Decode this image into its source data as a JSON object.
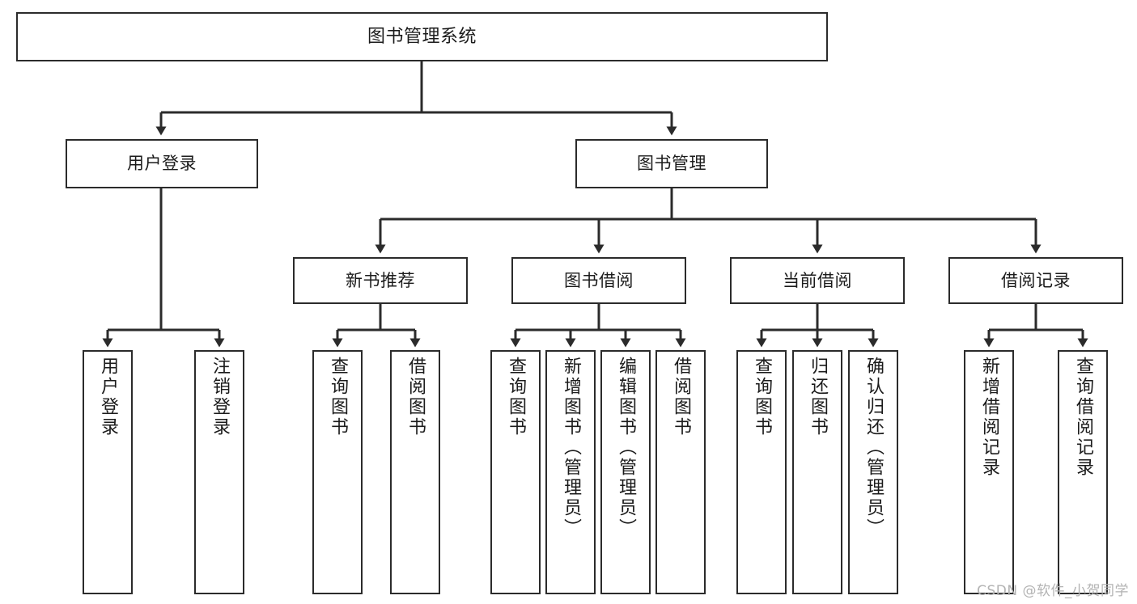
{
  "diagram": {
    "type": "tree-hierarchy",
    "title": "图书管理系统",
    "orientation": "top-down",
    "colors": {
      "border": "#2b2b2b",
      "background": "#ffffff",
      "text": "#1b1b1b",
      "edge": "#2b2b2b",
      "watermark": "#b3b3b3"
    },
    "levels": [
      {
        "level": 1,
        "nodes": [
          {
            "id": "root",
            "label": "图书管理系统",
            "orientation": "horizontal"
          }
        ]
      },
      {
        "level": 2,
        "nodes": [
          {
            "id": "login",
            "label": "用户登录",
            "orientation": "horizontal"
          },
          {
            "id": "bookmgmt",
            "label": "图书管理",
            "orientation": "horizontal"
          }
        ]
      },
      {
        "level": 3,
        "nodes": [
          {
            "id": "newbook",
            "label": "新书推荐",
            "orientation": "horizontal"
          },
          {
            "id": "borrow",
            "label": "图书借阅",
            "orientation": "horizontal"
          },
          {
            "id": "current",
            "label": "当前借阅",
            "orientation": "horizontal"
          },
          {
            "id": "records",
            "label": "借阅记录",
            "orientation": "horizontal"
          }
        ]
      },
      {
        "level": 4,
        "nodes": [
          {
            "id": "leaf1",
            "label": "用户登录",
            "orientation": "vertical",
            "parent": "login"
          },
          {
            "id": "leaf2",
            "label": "注销登录",
            "orientation": "vertical",
            "parent": "login"
          },
          {
            "id": "leaf3",
            "label": "查询图书",
            "orientation": "vertical",
            "parent": "newbook"
          },
          {
            "id": "leaf4",
            "label": "借阅图书",
            "orientation": "vertical",
            "parent": "newbook"
          },
          {
            "id": "leaf5",
            "label": "查询图书",
            "orientation": "vertical",
            "parent": "borrow"
          },
          {
            "id": "leaf6",
            "label": "新增图书（管理员）",
            "orientation": "vertical",
            "parent": "borrow"
          },
          {
            "id": "leaf7",
            "label": "编辑图书（管理员）",
            "orientation": "vertical",
            "parent": "borrow"
          },
          {
            "id": "leaf8",
            "label": "借阅图书",
            "orientation": "vertical",
            "parent": "borrow"
          },
          {
            "id": "leaf9",
            "label": "查询图书",
            "orientation": "vertical",
            "parent": "current"
          },
          {
            "id": "leaf10",
            "label": "归还图书",
            "orientation": "vertical",
            "parent": "current"
          },
          {
            "id": "leaf11",
            "label": "确认归还（管理员）",
            "orientation": "vertical",
            "parent": "current"
          },
          {
            "id": "leaf12",
            "label": "新增借阅记录",
            "orientation": "vertical",
            "parent": "records"
          },
          {
            "id": "leaf13",
            "label": "查询借阅记录",
            "orientation": "vertical",
            "parent": "records"
          }
        ]
      }
    ]
  },
  "watermark": {
    "text": "CSDN @软件_小贺同学"
  }
}
